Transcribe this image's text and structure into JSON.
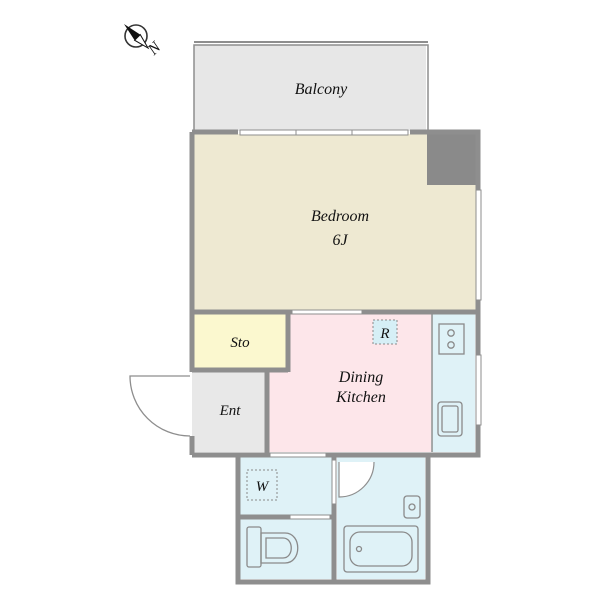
{
  "compass": {
    "label": "N"
  },
  "rooms": {
    "balcony": {
      "label": "Balcony",
      "color": "#e7e7e7"
    },
    "bedroom": {
      "label": "Bedroom",
      "size_label": "6J",
      "color": "#eee9d2"
    },
    "storage": {
      "label": "Sto",
      "color": "#fbf8cf"
    },
    "entrance": {
      "label": "Ent",
      "color": "#e8e8e8"
    },
    "dining_kitchen": {
      "label_line1": "Dining",
      "label_line2": "Kitchen",
      "color": "#fde6ea"
    },
    "kitchen_counter": {
      "color": "#dff2f7"
    },
    "refrigerator": {
      "label": "R"
    },
    "washer": {
      "label": "W"
    },
    "toilet": {
      "color": "#dff2f7"
    },
    "bathroom": {
      "color": "#dff2f7"
    }
  },
  "colors": {
    "wall": "#8e8e8e",
    "pillar": "#8a8a8a"
  }
}
